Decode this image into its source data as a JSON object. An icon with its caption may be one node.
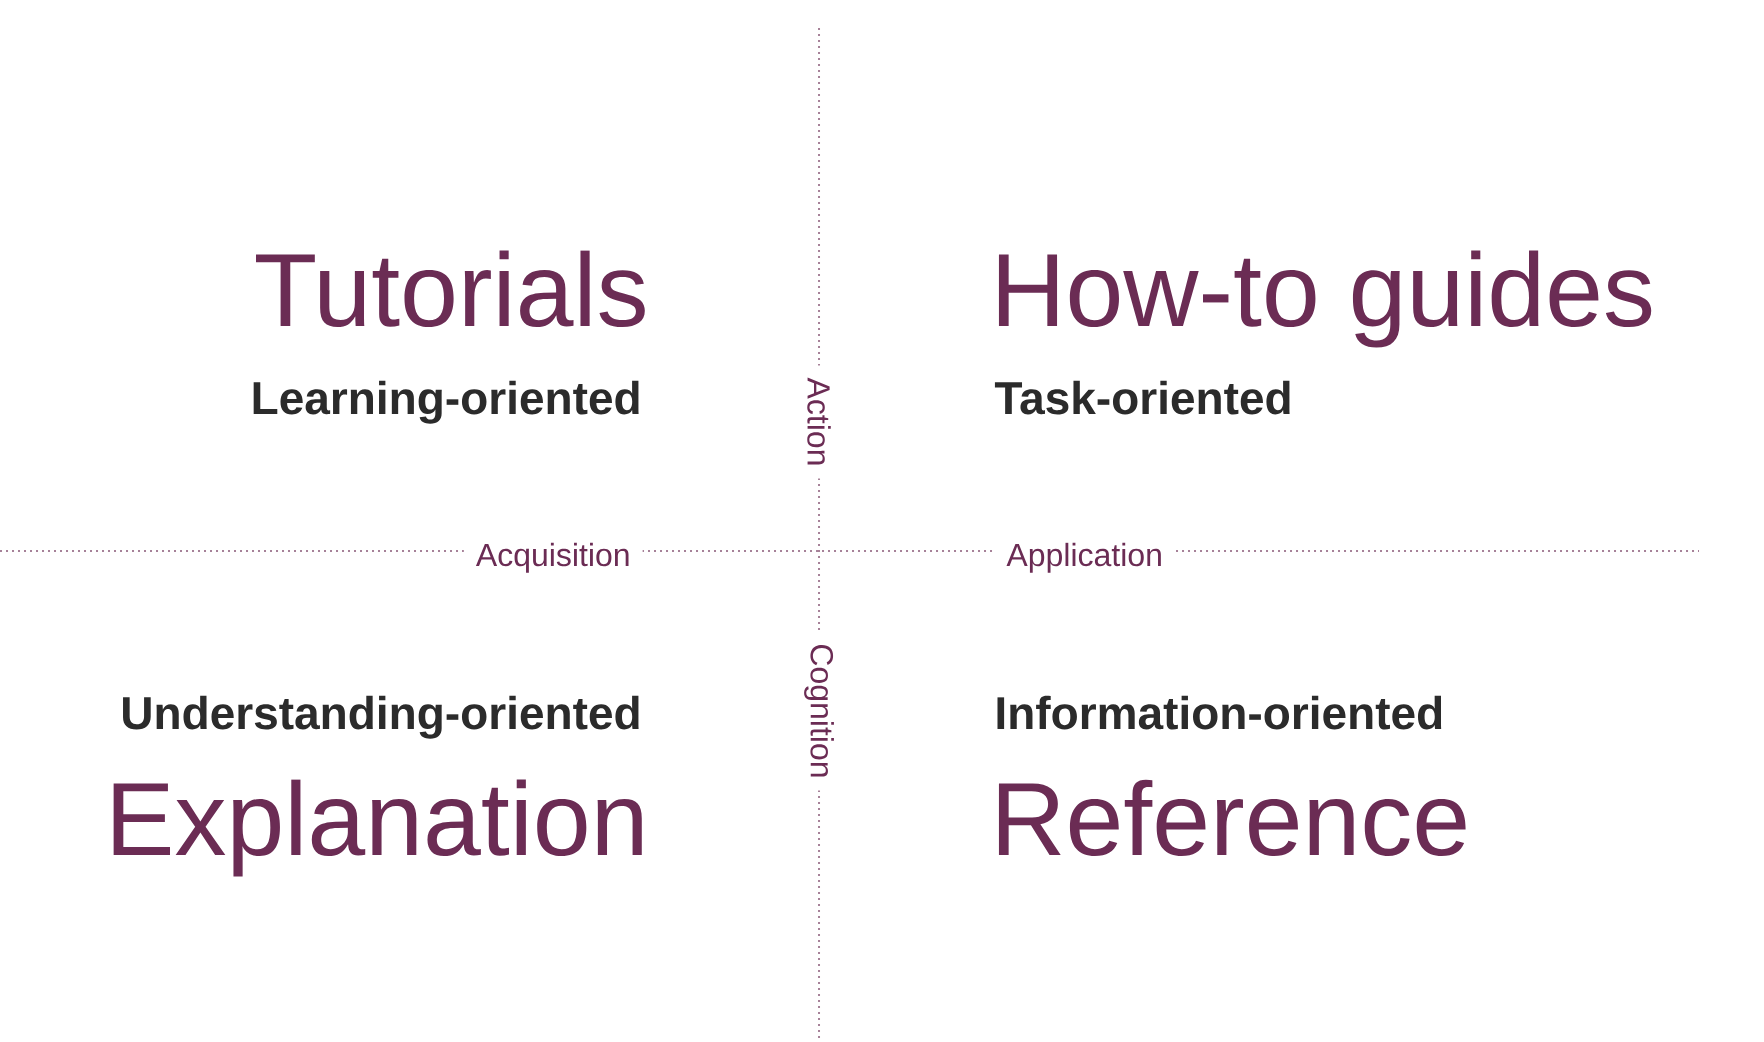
{
  "diagram": {
    "labels": [
      "Tutorials",
      "Learning-oriented",
      "How-to guides",
      "Task-oriented",
      "Action",
      "Acquisition",
      "Application",
      "Cognition",
      "Understanding-oriented",
      "Information-oriented",
      "Explanation",
      "Reference"
    ]
  }
}
